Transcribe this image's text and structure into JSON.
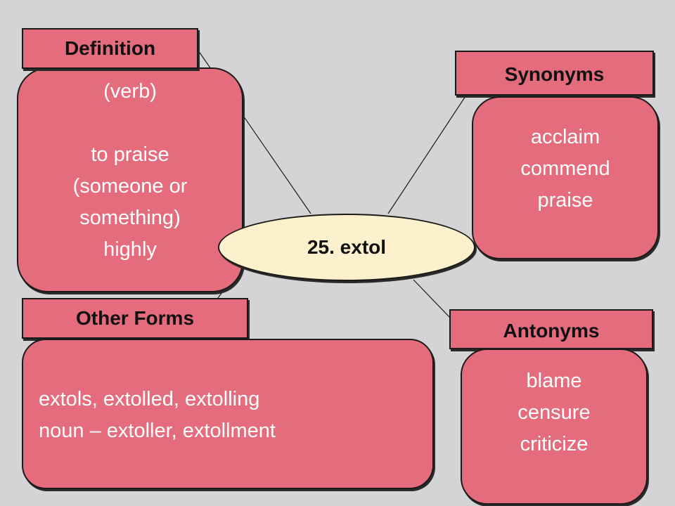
{
  "center": {
    "word": "25. extol"
  },
  "definition": {
    "heading": "Definition",
    "lines": [
      "(verb)",
      "",
      "to praise",
      "(someone or",
      "something)",
      "highly"
    ]
  },
  "synonyms": {
    "heading": "Synonyms",
    "lines": [
      "acclaim",
      "commend",
      "praise"
    ]
  },
  "other_forms": {
    "heading": "Other Forms",
    "lines": [
      "extols, extolled, extolling",
      "noun – extoller, extollment"
    ]
  },
  "antonyms": {
    "heading": "Antonyms",
    "lines": [
      "blame",
      "censure",
      "criticize"
    ]
  },
  "colors": {
    "background": "#d4d4d6",
    "box_fill": "#e46c7d",
    "center_fill": "#fdf0cc",
    "box_text": "#ffffff",
    "heading_text": "#111111"
  }
}
